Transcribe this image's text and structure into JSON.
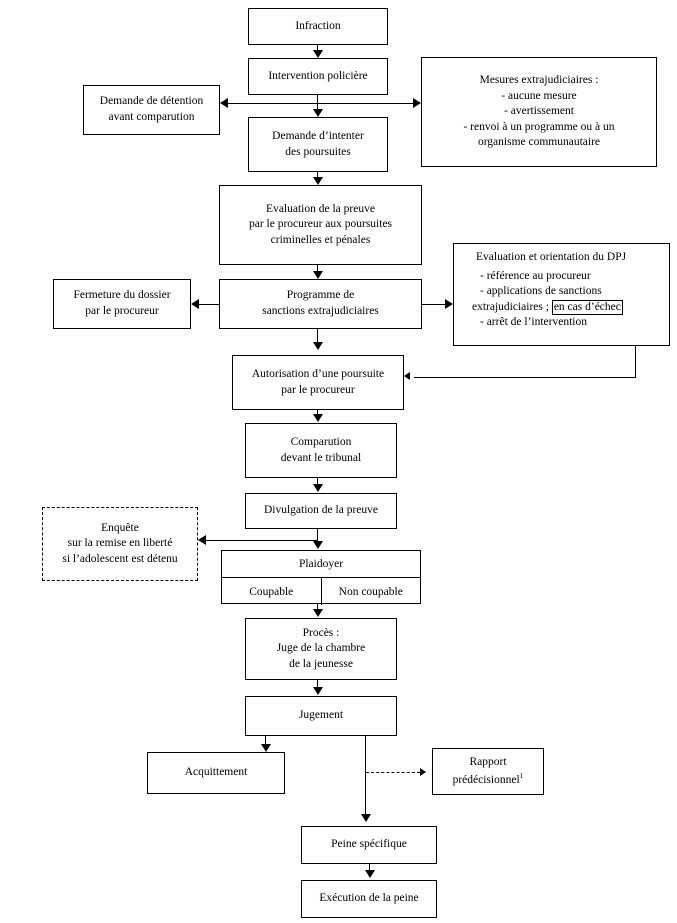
{
  "diagram": {
    "title_nodes": {
      "infraction": "Infraction",
      "intervention_policiere": "Intervention policière",
      "demande_detention_l1": "Demande de détention",
      "demande_detention_l2": "avant comparution",
      "mesures_l1": "Mesures extrajudiciaires :",
      "mesures_l2": "- aucune mesure",
      "mesures_l3": "- avertissement",
      "mesures_l4": "- renvoi à un programme ou à un",
      "mesures_l5": "organisme communautaire",
      "demande_intenter_l1": "Demande d’intenter",
      "demande_intenter_l2": "des poursuites",
      "evaluation_preuve_l1": "Evaluation de la preuve",
      "evaluation_preuve_l2": "par le procureur aux poursuites",
      "evaluation_preuve_l3": "criminelles et pénales",
      "fermeture_l1": "Fermeture du dossier",
      "fermeture_l2": "par le procureur",
      "programme_l1": "Programme de",
      "programme_l2": "sanctions extrajudiciaires",
      "dpj_l1": "Evaluation et orientation du DPJ",
      "dpj_l2": "- référence au procureur",
      "dpj_l3": "- applications de sanctions",
      "dpj_l4a": "extrajudiciaires ;",
      "dpj_l4b": "en cas d’échec",
      "dpj_l5": "- arrêt de l’intervention",
      "autorisation_l1": "Autorisation d’une poursuite",
      "autorisation_l2": "par le procureur",
      "comparution_l1": "Comparution",
      "comparution_l2": "devant le tribunal",
      "divulgation": "Divulgation de la preuve",
      "enquete_l1": "Enquête",
      "enquete_l2": "sur la remise en liberté",
      "enquete_l3": "si l’adolescent est détenu",
      "plaidoyer": "Plaidoyer",
      "plaidoyer_coupable": "Coupable",
      "plaidoyer_non_coupable": "Non coupable",
      "proces_l1": "Procès :",
      "proces_l2": "Juge de la chambre",
      "proces_l3": "de la jeunesse",
      "jugement": "Jugement",
      "acquittement": "Acquittement",
      "rapport_l1": "Rapport",
      "rapport_l2": "prédécisionnel",
      "rapport_footnote": "1",
      "peine_specifique": "Peine spécifique",
      "execution_peine": "Exécution de la peine"
    },
    "colors": {
      "line": "#000000",
      "background": "#ffffff",
      "text": "#000000"
    }
  }
}
